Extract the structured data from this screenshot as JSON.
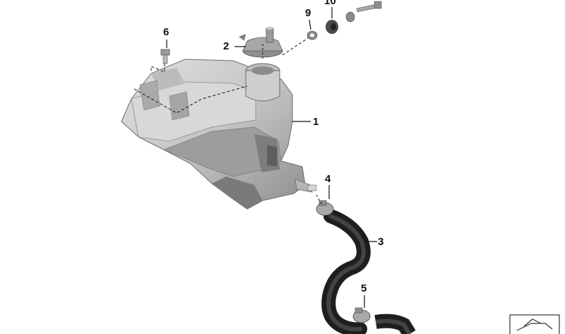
{
  "diagram": {
    "callouts": [
      {
        "id": "1",
        "label": "1"
      },
      {
        "id": "2",
        "label": "2"
      },
      {
        "id": "3",
        "label": "3"
      },
      {
        "id": "4",
        "label": "4"
      },
      {
        "id": "5",
        "label": "5"
      },
      {
        "id": "6",
        "label": "6"
      },
      {
        "id": "9",
        "label": "9"
      },
      {
        "id": "10",
        "label": "10"
      }
    ],
    "parts": [
      {
        "name": "expansion-tank"
      },
      {
        "name": "filler-cap"
      },
      {
        "name": "coolant-hose"
      },
      {
        "name": "hose-clamp"
      },
      {
        "name": "hose-clamp-lower"
      },
      {
        "name": "bolt"
      },
      {
        "name": "washer"
      },
      {
        "name": "rubber-mount"
      }
    ],
    "colors": {
      "part_fill": "#c9c9c9",
      "part_dark": "#8a8a8a",
      "hose": "#3a3a3a",
      "line": "#111111"
    }
  }
}
